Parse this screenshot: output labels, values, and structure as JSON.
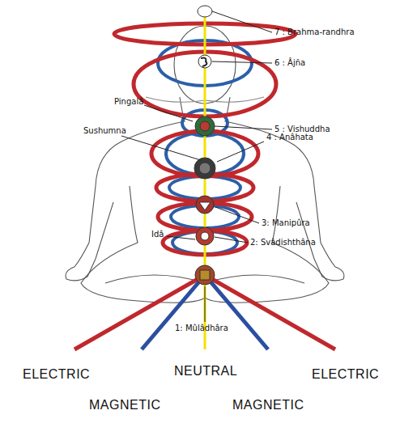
{
  "diagram": {
    "labels": [
      "7 : Brahma-randhra",
      "6 : Âjña",
      "Pingalâ",
      "5 : Vishuddha",
      "Sushumna",
      "4 : Anâhata",
      "3: Manipûra",
      "Idâ",
      "2: Svâdishthâna",
      "1: Mûlâdhâra",
      "ELECTRIC",
      "NEUTRAL",
      "ELECTRIC",
      "MAGNETIC",
      "MAGNETIC"
    ]
  }
}
